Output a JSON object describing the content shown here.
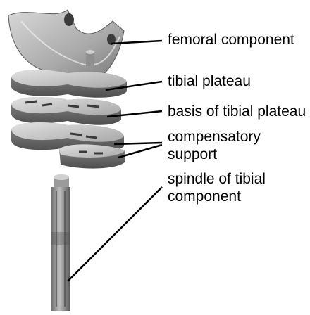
{
  "labels": {
    "femoral_component": "femoral component",
    "tibial_plateau": "tibial plateau",
    "basis_tibial_plateau": "basis of tibial plateau",
    "compensatory_support": [
      "compensatory",
      "support"
    ],
    "spindle": [
      "spindle of tibial",
      "component"
    ]
  },
  "colors": {
    "metal_light": "#c9c9c9",
    "metal_mid": "#9a9a9a",
    "metal_dark": "#555555",
    "leader_line": "#000000"
  }
}
